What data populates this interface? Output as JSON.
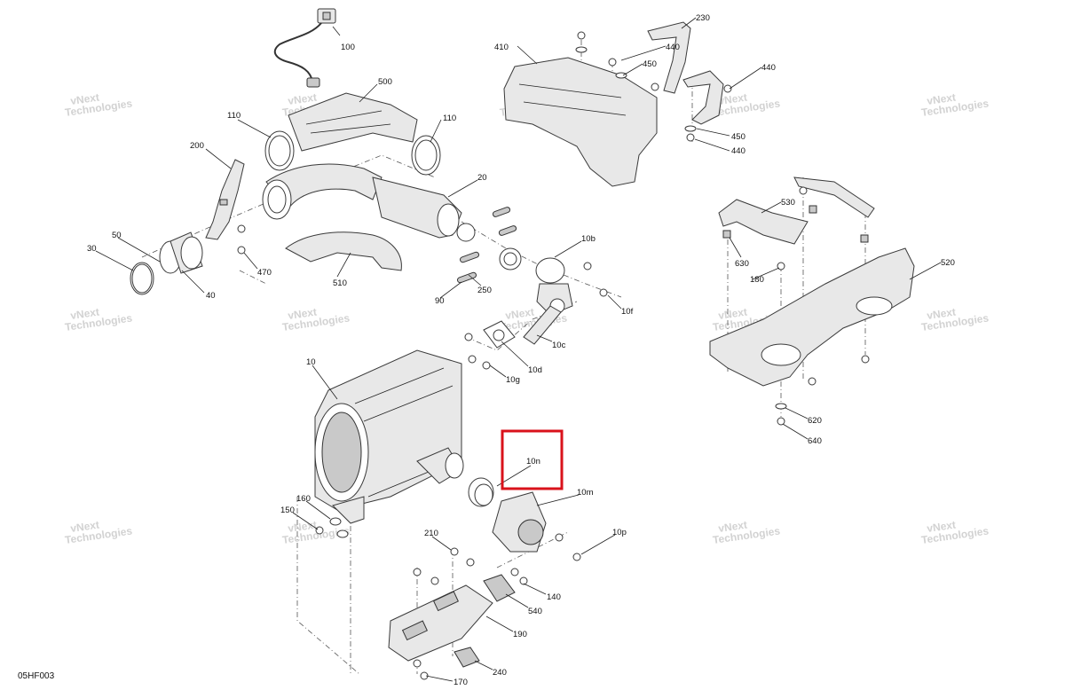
{
  "diagram_code": "05HF003",
  "watermark": {
    "line1": "vNext",
    "line2": "Technologies"
  },
  "highlight_color": "#d9121b",
  "callouts": [
    {
      "id": "c100",
      "text": "100"
    },
    {
      "id": "c500",
      "text": "500"
    },
    {
      "id": "c110a",
      "text": "110"
    },
    {
      "id": "c110b",
      "text": "110"
    },
    {
      "id": "c200",
      "text": "200"
    },
    {
      "id": "c20",
      "text": "20"
    },
    {
      "id": "c50",
      "text": "50"
    },
    {
      "id": "c30",
      "text": "30"
    },
    {
      "id": "c40",
      "text": "40"
    },
    {
      "id": "c470",
      "text": "470"
    },
    {
      "id": "c510",
      "text": "510"
    },
    {
      "id": "c90",
      "text": "90"
    },
    {
      "id": "c250",
      "text": "250"
    },
    {
      "id": "c10b",
      "text": "10b"
    },
    {
      "id": "c10f",
      "text": "10f"
    },
    {
      "id": "c10c",
      "text": "10c"
    },
    {
      "id": "c10d",
      "text": "10d"
    },
    {
      "id": "c10g",
      "text": "10g"
    },
    {
      "id": "c10",
      "text": "10"
    },
    {
      "id": "c10n",
      "text": "10n"
    },
    {
      "id": "c10m",
      "text": "10m"
    },
    {
      "id": "c10p",
      "text": "10p"
    },
    {
      "id": "c160",
      "text": "160"
    },
    {
      "id": "c150",
      "text": "150"
    },
    {
      "id": "c210",
      "text": "210"
    },
    {
      "id": "c140",
      "text": "140"
    },
    {
      "id": "c540",
      "text": "540"
    },
    {
      "id": "c190",
      "text": "190"
    },
    {
      "id": "c240",
      "text": "240"
    },
    {
      "id": "c170",
      "text": "170"
    },
    {
      "id": "c410",
      "text": "410"
    },
    {
      "id": "c230",
      "text": "230"
    },
    {
      "id": "c440a",
      "text": "440"
    },
    {
      "id": "c450a",
      "text": "450"
    },
    {
      "id": "c440b",
      "text": "440"
    },
    {
      "id": "c450b",
      "text": "450"
    },
    {
      "id": "c440c",
      "text": "440"
    },
    {
      "id": "c530",
      "text": "530"
    },
    {
      "id": "c520",
      "text": "520"
    },
    {
      "id": "c630",
      "text": "630"
    },
    {
      "id": "c180",
      "text": "180"
    },
    {
      "id": "c620",
      "text": "620"
    },
    {
      "id": "c640",
      "text": "640"
    }
  ]
}
